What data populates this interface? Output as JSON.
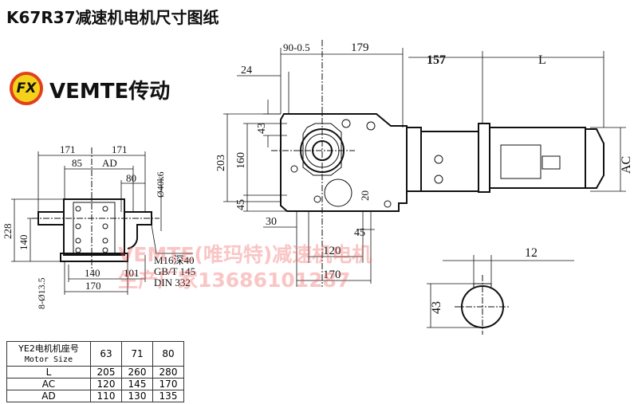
{
  "title": "K67R37减速机电机尺寸图纸",
  "logo": {
    "mark": "FX",
    "brand": "VEMTE传动"
  },
  "watermark": {
    "line1": "VEMTE(唯玛特)减速机电机",
    "line2": "生产厂家13686101287"
  },
  "side_view": {
    "dims": {
      "d171_left": "171",
      "d171_right": "171",
      "d85": "85",
      "dAD": "AD",
      "d80": "80",
      "shaft": "Ø40k6",
      "d228": "228",
      "d140v": "140",
      "holes": "8-Ø13.5",
      "d140h": "140",
      "d101": "101",
      "d170": "170"
    },
    "notes": [
      "M16深40",
      "GB/T 145",
      "DIN 332"
    ]
  },
  "front_view": {
    "dims": {
      "d90": "90-0.5",
      "d179": "179",
      "d157": "157",
      "dL": "L",
      "dAC": "AC",
      "d24": "24",
      "d43": "43",
      "d203": "203",
      "d160": "160",
      "d45v": "45",
      "d30": "30",
      "d20": "20",
      "d45h": "45",
      "d120": "120",
      "d170": "170"
    }
  },
  "shaft_section": {
    "dims": {
      "d12": "12",
      "d43": "43"
    }
  },
  "table": {
    "header_cn": "YE2电机机座号",
    "header_en": "Motor Size",
    "sizes": [
      "63",
      "71",
      "80"
    ],
    "rows": [
      {
        "label": "L",
        "values": [
          "205",
          "260",
          "280"
        ]
      },
      {
        "label": "AC",
        "values": [
          "120",
          "145",
          "170"
        ]
      },
      {
        "label": "AD",
        "values": [
          "110",
          "130",
          "135"
        ]
      }
    ]
  }
}
